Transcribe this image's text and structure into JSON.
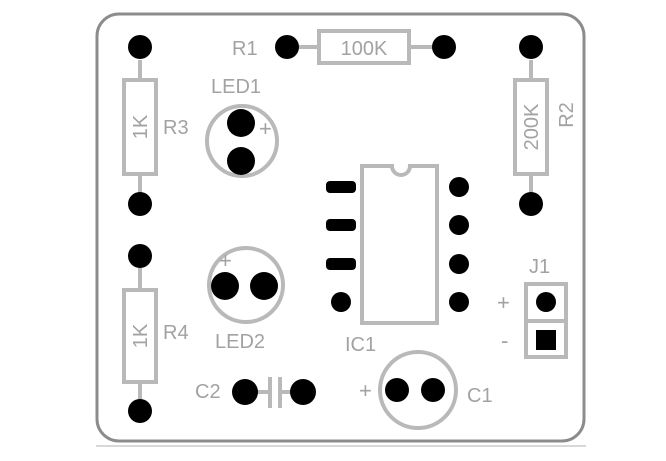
{
  "colors": {
    "outline": "#8c8c8c",
    "silkscreen": "#b9b9b9",
    "label": "#a2a2a2",
    "pad": "#000000",
    "background": "#ffffff"
  },
  "labels": {
    "r1": "R1",
    "r1_value": "100K",
    "r2": "R2",
    "r2_value": "200K",
    "r3": "R3",
    "r3_value": "1K",
    "r4": "R4",
    "r4_value": "1K",
    "led1": "LED1",
    "led2": "LED2",
    "ic1": "IC1",
    "c1": "C1",
    "c2": "C2",
    "j1": "J1",
    "plus": "+",
    "minus": "-"
  }
}
